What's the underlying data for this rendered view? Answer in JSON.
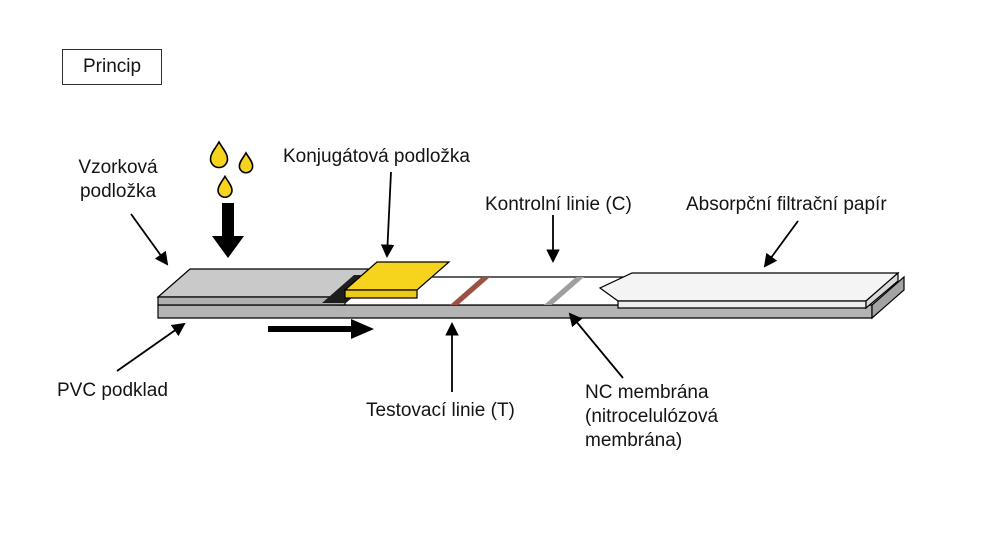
{
  "title": {
    "label": "Princip"
  },
  "labels": {
    "sample_pad": "Vzorková\npodložka",
    "conjugate_pad": "Konjugátová podložka",
    "control_line": "Kontrolní linie (C)",
    "absorbent_paper": "Absorpční filtrační papír",
    "pvc_backing": "PVC podklad",
    "test_line": "Testovací linie (T)",
    "nc_membrane": "NC membrána\n(nitrocelulózová\nmembrána)"
  },
  "colors": {
    "droplet": "#F6D41E",
    "conjugate_pad_top": "#F6D41E",
    "conjugate_pad_front": "#EDC919",
    "sample_pad_top": "#C9C9C9",
    "sample_pad_front": "#B0B0B0",
    "backing_front": "#B4B4B4",
    "backing_side": "#A3A3A3",
    "membrane": "#FFFFFF",
    "absorbent_top": "#F4F4F4",
    "absorbent_front": "#ECECEC",
    "absorbent_side": "#D9D9D9",
    "test_line": "#9B5143",
    "control_line": "#9F9F9F",
    "shadow": "#1E1E1E",
    "arrow": "#000000"
  }
}
